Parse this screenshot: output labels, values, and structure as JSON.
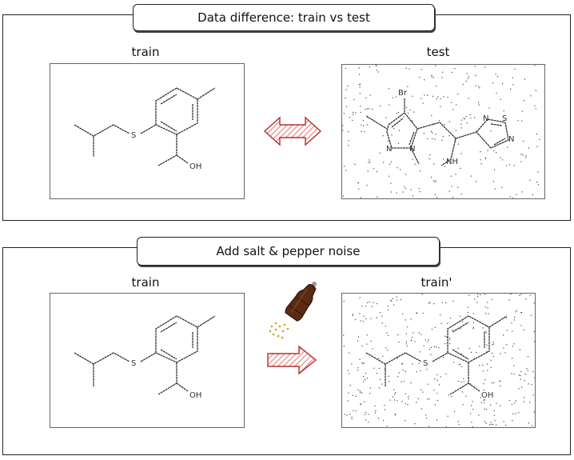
{
  "top_panel": {
    "title": "Data difference: train vs test",
    "left_label": "train",
    "right_label": "test"
  },
  "bottom_panel": {
    "title": "Add salt & pepper noise",
    "left_label": "train",
    "right_label": "train'"
  },
  "train_molecule_atoms": {
    "s": "S",
    "oh": "OH"
  },
  "test_molecule_atoms": {
    "br": "Br",
    "n1": "N",
    "n2": "N",
    "nh": "NH",
    "n3": "N",
    "s": "S",
    "n4": "N"
  },
  "colors": {
    "arrow_fill": "#e88a8a",
    "arrow_stroke": "#b03030",
    "shaker": "#5a2a14",
    "salt": "#d4a017"
  }
}
